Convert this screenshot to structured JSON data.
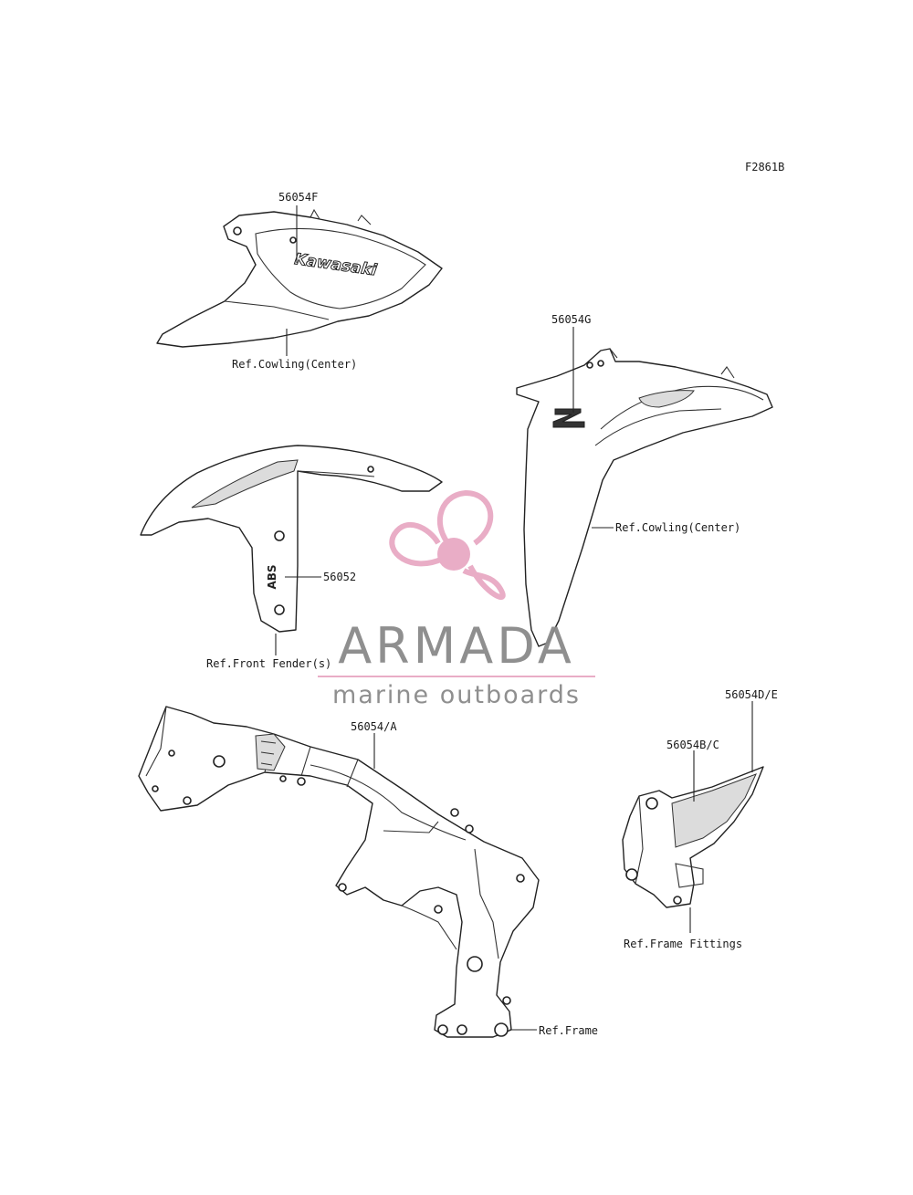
{
  "figure_id": "F2861B",
  "labels": {
    "cowl_left_part": "56054F",
    "cowl_left_ref": "Ref.Cowling(Center)",
    "cowl_right_part": "56054G",
    "cowl_right_ref": "Ref.Cowling(Center)",
    "fender_part": "56052",
    "fender_ref": "Ref.Front Fender(s)",
    "frame_part": "56054/A",
    "frame_ref": "Ref.Frame",
    "fitting_part_a": "56054B/C",
    "fitting_part_b": "56054D/E",
    "fitting_ref": "Ref.Frame Fittings"
  },
  "decals": {
    "kawasaki": "Kawasaki",
    "z_logo": "Z",
    "abs": "ABS"
  },
  "watermark": {
    "brand": "ARMADA",
    "tagline": "marine outboards",
    "color_pink": "#e8a9c4",
    "color_gray": "#8a8a8a"
  }
}
